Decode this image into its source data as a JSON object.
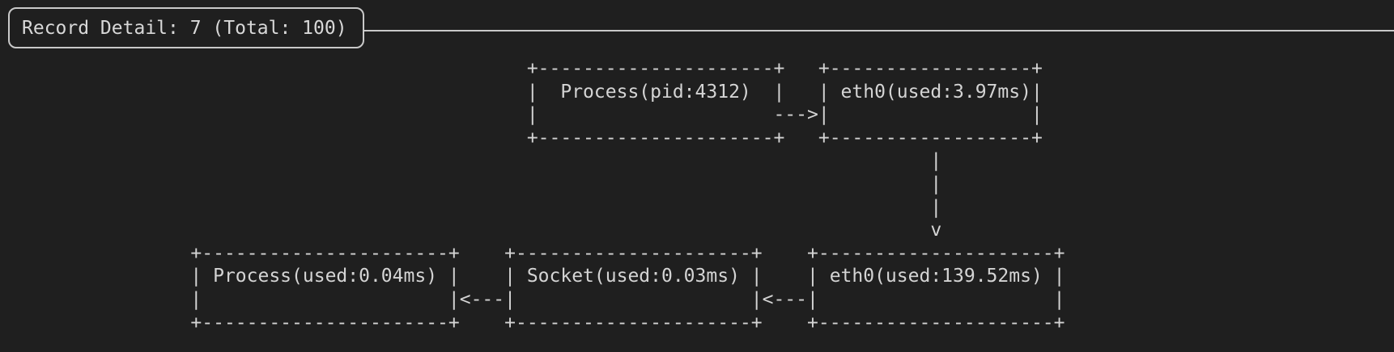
{
  "header": {
    "title": "Record Detail: 7 (Total: 100)",
    "record_number": "7",
    "total_records": "100"
  },
  "diagram": {
    "nodes": [
      "Process(pid:4312)",
      "eth0(used:3.97ms)",
      "eth0(used:139.52ms)",
      "Socket(used:0.03ms)",
      "Process(used:0.04ms)"
    ],
    "ascii_lines": [
      "                                               +---------------------+   +------------------+",
      "                                               |  Process(pid:4312)  |   | eth0(used:3.97ms)|",
      "                                               |                     --->|                  |",
      "                                               +---------------------+   +------------------+",
      "                                                                                   |",
      "                                                                                   |",
      "                                                                                   |",
      "                                                                                   v",
      "                 +----------------------+    +---------------------+    +---------------------+",
      "                 | Process(used:0.04ms) |    | Socket(used:0.03ms) |    | eth0(used:139.52ms) |",
      "                 |                      |<---|                     |<---|                     |",
      "                 +----------------------+    +---------------------+    +---------------------+"
    ]
  },
  "colors": {
    "background": "#1f1f1f",
    "foreground": "#d4d4d4",
    "border": "#c9c9c9"
  }
}
